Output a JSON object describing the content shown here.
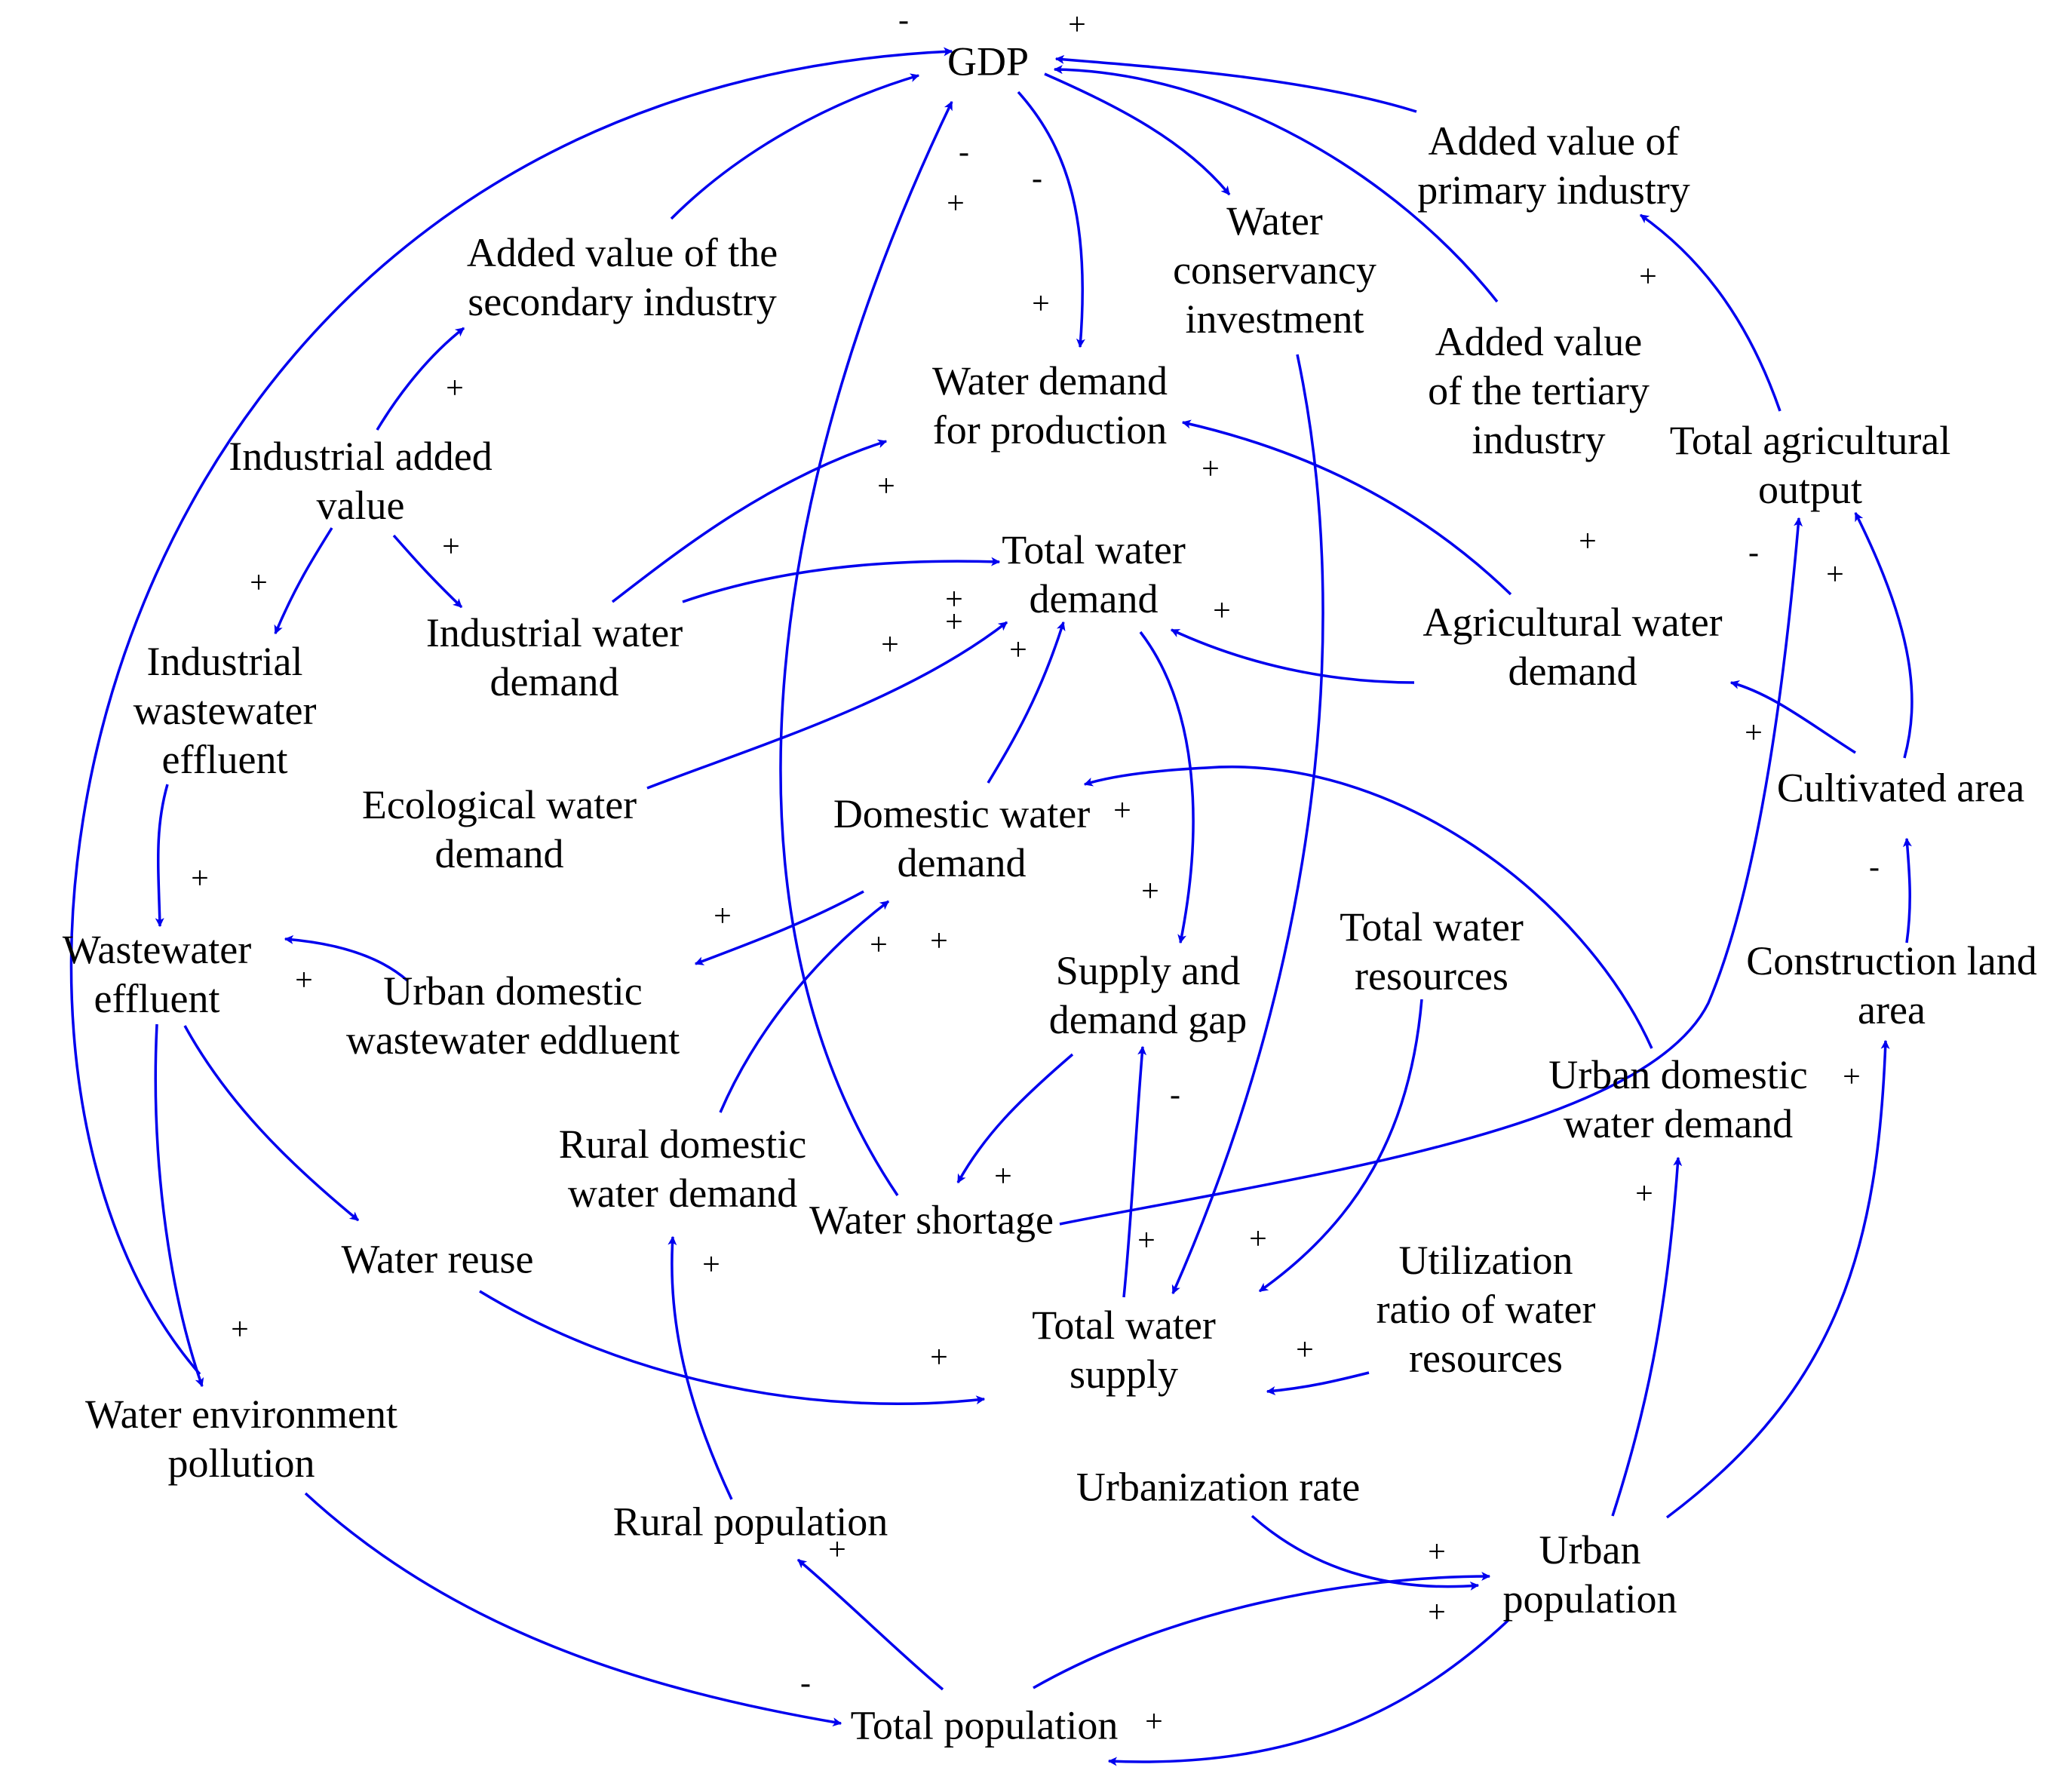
{
  "colors": {
    "arrow": "#0000ee",
    "text": "#000000",
    "background": "#ffffff"
  },
  "nodes": {
    "gdp": "GDP",
    "added_value_primary": [
      "Added value of",
      "primary industry"
    ],
    "added_value_secondary": [
      "Added value of the",
      "secondary industry"
    ],
    "added_value_tertiary": [
      "Added value",
      "of the tertiary",
      "industry"
    ],
    "water_conservancy_investment": [
      "Water",
      "conservancy",
      "investment"
    ],
    "water_demand_production": [
      "Water demand",
      "for production"
    ],
    "industrial_added_value": [
      "Industrial added",
      "value"
    ],
    "industrial_water_demand": [
      "Industrial water",
      "demand"
    ],
    "total_water_demand": [
      "Total water",
      "demand"
    ],
    "agricultural_water_demand": [
      "Agricultural water",
      "demand"
    ],
    "total_agricultural_output": [
      "Total agricultural",
      "output"
    ],
    "industrial_wastewater_effluent": [
      "Industrial",
      "wastewater",
      "effluent"
    ],
    "ecological_water_demand": [
      "Ecological water",
      "demand"
    ],
    "domestic_water_demand": [
      "Domestic water",
      "demand"
    ],
    "cultivated_area": "Cultivated area",
    "wastewater_effluent": [
      "Wastewater",
      "effluent"
    ],
    "urban_domestic_wastewater": [
      "Urban domestic",
      "wastewater eddluent"
    ],
    "supply_demand_gap": [
      "Supply and",
      "demand gap"
    ],
    "total_water_resources": [
      "Total water",
      "resources"
    ],
    "construction_land_area": [
      "Construction land",
      "area"
    ],
    "urban_domestic_water_demand": [
      "Urban domestic",
      "water demand"
    ],
    "rural_domestic_water_demand": [
      "Rural domestic",
      "water demand"
    ],
    "water_shortage": "Water shortage",
    "water_reuse": "Water reuse",
    "total_water_supply": [
      "Total water",
      "supply"
    ],
    "utilization_ratio": [
      "Utilization",
      "ratio of water",
      "resources"
    ],
    "water_environment_pollution": [
      "Water environment",
      "pollution"
    ],
    "rural_population": "Rural population",
    "urbanization_rate": "Urbanization rate",
    "urban_population": [
      "Urban",
      "population"
    ],
    "total_population": "Total population"
  },
  "polarities": [
    "-",
    "+",
    "+",
    "-",
    "+",
    "+",
    "+",
    "+",
    "+",
    "+",
    "+",
    "+",
    "+",
    "+",
    "+",
    "-",
    "+",
    "+",
    "+",
    "+",
    "+",
    "+",
    "+",
    "+",
    "-",
    "+",
    "-",
    "+",
    "+",
    "+",
    "+",
    "-",
    "+",
    "+",
    "+",
    "+",
    "+",
    "+",
    "+",
    "+",
    "+",
    "-",
    "+",
    "+"
  ]
}
